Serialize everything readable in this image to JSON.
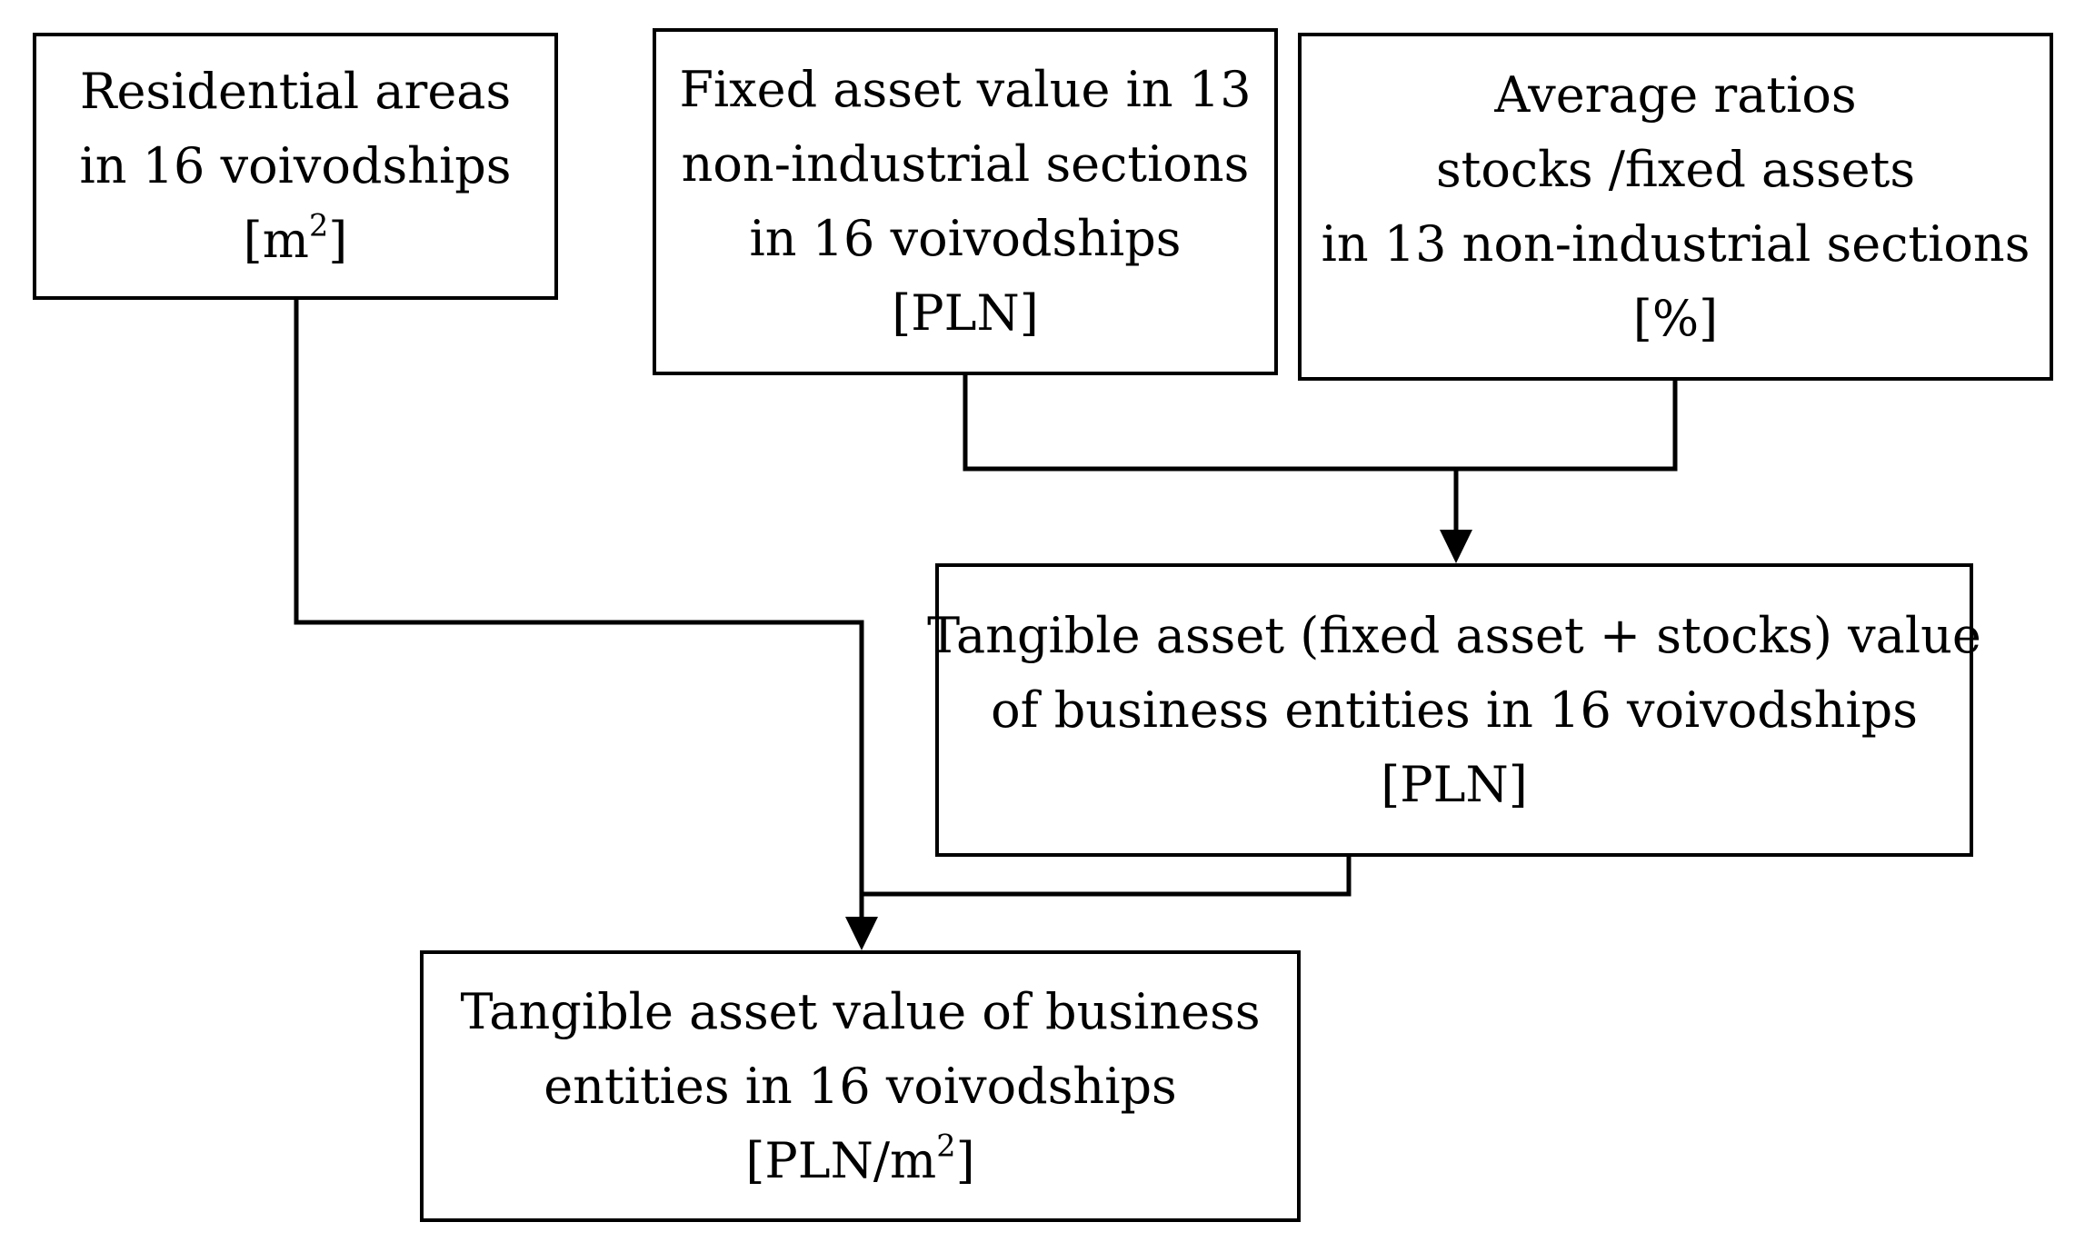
{
  "diagram": {
    "nodes": {
      "residential": {
        "lines": [
          "Residential areas",
          "in 16 voivodships"
        ],
        "unit": {
          "prefix": "[m",
          "superscript": "2",
          "suffix": "]"
        }
      },
      "fixed_asset": {
        "lines": [
          "Fixed asset value in 13",
          "non-industrial sections",
          "in 16 voivodships",
          "[PLN]"
        ]
      },
      "ratios": {
        "lines": [
          "Average ratios",
          "stocks /fixed assets",
          "in 13 non-industrial sections",
          "[%]"
        ]
      },
      "tangible": {
        "lines": [
          "Tangible asset (fixed asset + stocks) value",
          "of business entities in 16 voivodships",
          "[PLN]"
        ]
      },
      "result": {
        "lines": [
          "Tangible asset value of business",
          "entities in 16 voivodships"
        ],
        "unit": {
          "prefix": "[PLN/m",
          "superscript": "2",
          "suffix": "]"
        }
      }
    },
    "edges": [
      {
        "from": [
          "fixed_asset",
          "ratios"
        ],
        "to": "tangible"
      },
      {
        "from": [
          "residential",
          "tangible"
        ],
        "to": "result"
      }
    ],
    "colors": {
      "line": "#000000",
      "box_border": "#000000",
      "background": "#ffffff"
    }
  }
}
